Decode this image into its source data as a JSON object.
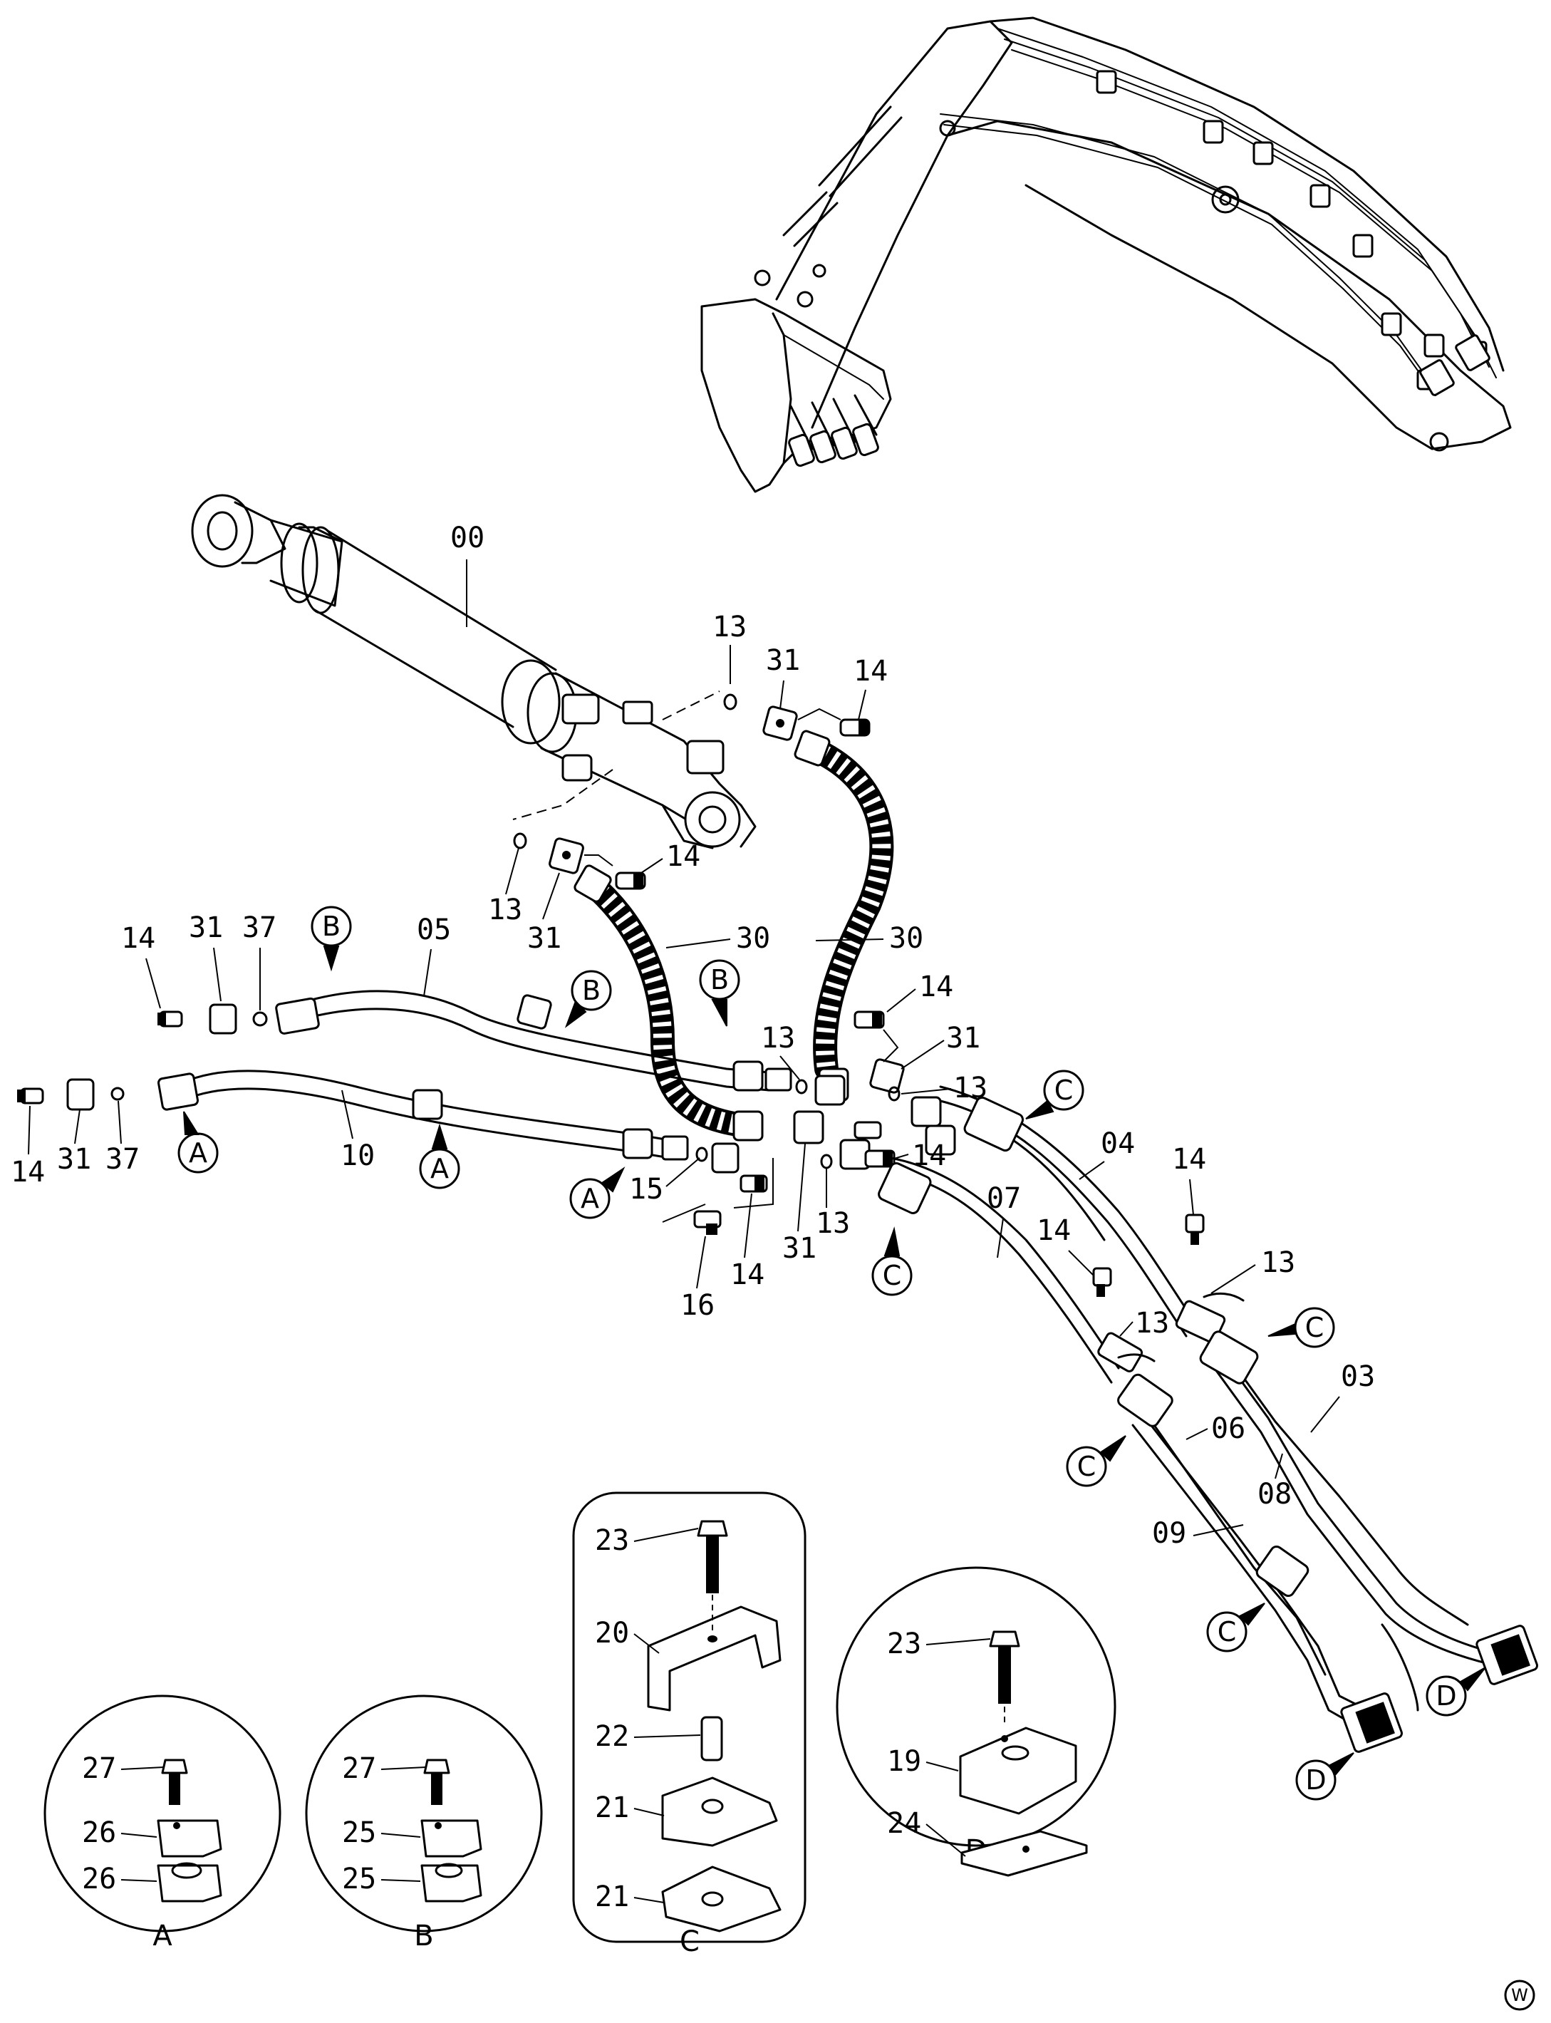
{
  "part_labels": {
    "p00": "00",
    "p03": "03",
    "p04": "04",
    "p05": "05",
    "p06": "06",
    "p07": "07",
    "p08": "08",
    "p09": "09",
    "p10": "10",
    "p13": "13",
    "p14": "14",
    "p15": "15",
    "p16": "16",
    "p19": "19",
    "p20": "20",
    "p21": "21",
    "p22": "22",
    "p23": "23",
    "p24": "24",
    "p25": "25",
    "p26": "26",
    "p27": "27",
    "p30": "30",
    "p31": "31",
    "p37": "37"
  },
  "detail_markers": {
    "A": "A",
    "B": "B",
    "C": "C",
    "D": "D"
  },
  "detail_views": {
    "a": "A",
    "b": "B",
    "c": "C",
    "d": "D"
  },
  "corner_mark": "W"
}
